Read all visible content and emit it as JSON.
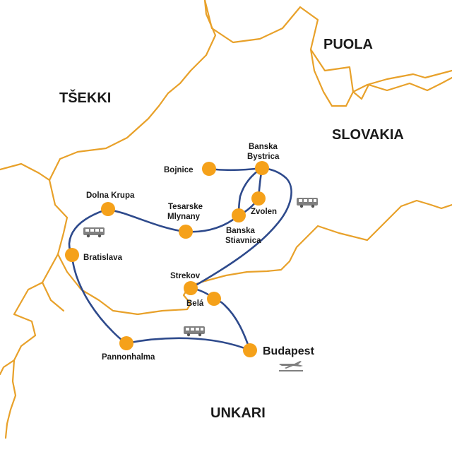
{
  "map": {
    "colors": {
      "border": "#e8a12a",
      "route": "#2e4a8c",
      "stop": "#f5a11a",
      "icon": "#808080"
    },
    "countries": {
      "poland": "PUOLA",
      "czech": "TŠEKKI",
      "slovakia": "SLOVAKIA",
      "hungary": "UNKARI"
    },
    "places": {
      "bojnice": "Bojnice",
      "banska_bystrica_1": "Banska",
      "banska_bystrica_2": "Bystrica",
      "zvolen": "Zvolen",
      "dolna_krupa": "Dolna Krupa",
      "tesarske_1": "Tesarske",
      "tesarske_2": "Mlynany",
      "banska_stiavnica_1": "Banska",
      "banska_stiavnica_2": "Stiavnica",
      "bratislava": "Bratislava",
      "strekov": "Strekov",
      "bela": "Belá",
      "pannonhalma": "Pannonhalma",
      "budapest": "Budapest"
    },
    "icons": [
      "bus-icon",
      "bus-icon",
      "bus-icon",
      "airplane-icon"
    ]
  }
}
